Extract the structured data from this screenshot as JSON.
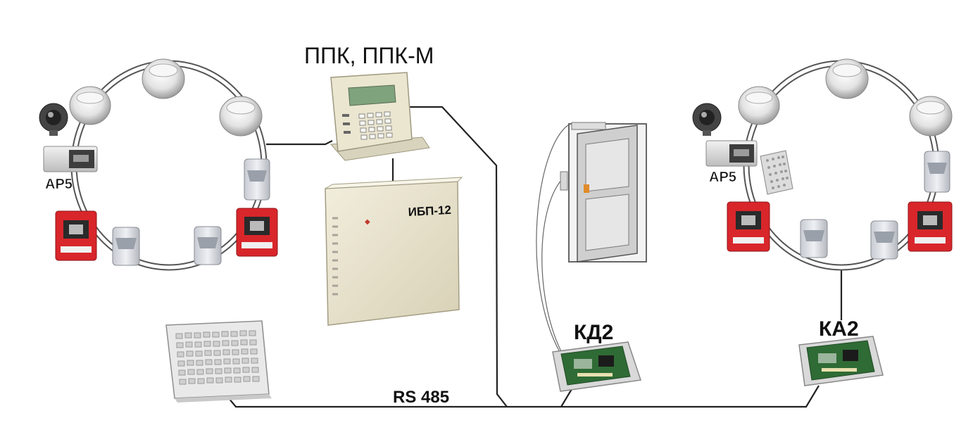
{
  "labels": {
    "panel": "ППК, ППК-М",
    "psu_device": "ИБП-12",
    "bus": "RS 485",
    "module_door": "КД2",
    "module_access": "КА2",
    "expander_left": "АР5",
    "expander_right": "АР5"
  },
  "colors": {
    "manual_call_point": "#d8262b",
    "enclosure": "#ece6cf",
    "pcb": "#2f6b35",
    "lcd": "#7fa37c",
    "wire": "#222222"
  },
  "icons": {
    "smoke_detector": "smoke-detector-icon",
    "motion_sensor": "motion-sensor-icon",
    "manual_call_point": "manual-call-point-icon",
    "camera": "camera-icon",
    "keypad": "keypad-icon",
    "door": "door-icon"
  }
}
